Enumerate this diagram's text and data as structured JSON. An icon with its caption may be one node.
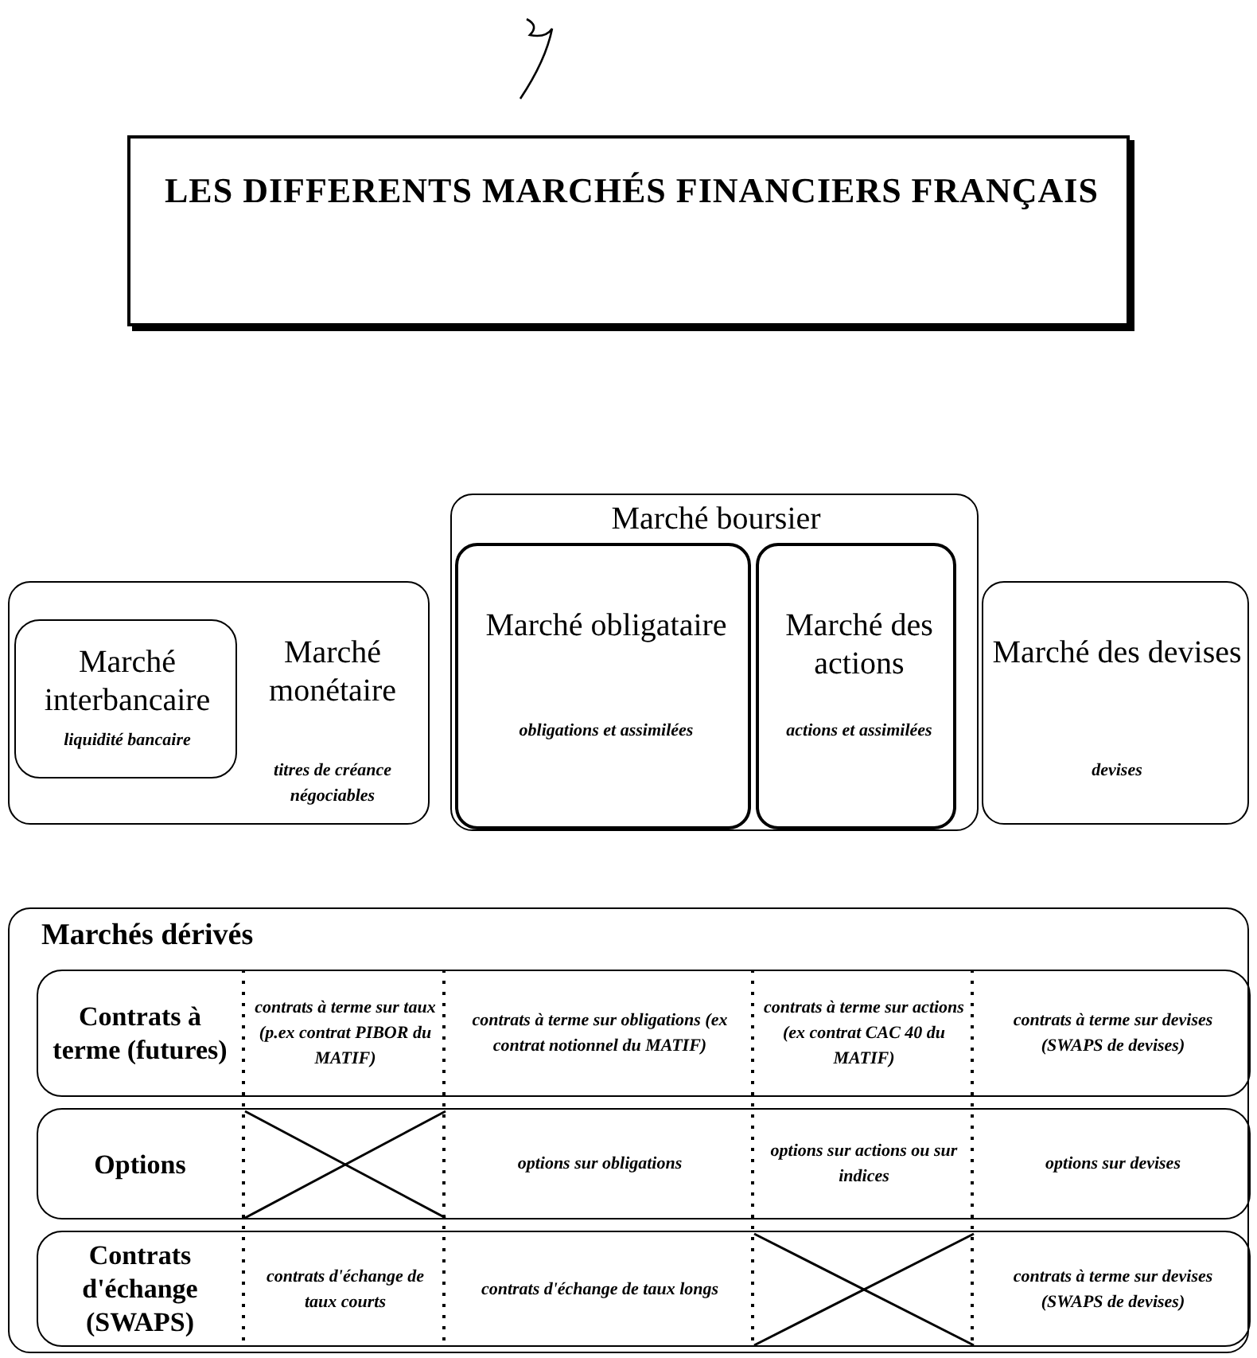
{
  "diagram": {
    "nodes": [
      {
        "text": [
          "LES DIFFERENTS MARCHÉS FINANCIERS FRANÇAIS"
        ]
      },
      {
        "text": [
          "Marché monétaire",
          "titres de créance négociables"
        ]
      },
      {
        "text": [
          "Marché interbancaire",
          "liquidité bancaire"
        ],
        "in": 1
      },
      {
        "text": [
          "Marché boursier"
        ]
      },
      {
        "text": [
          "Marché obligataire",
          "obligations et assimilées"
        ],
        "in": 3
      },
      {
        "text": [
          "Marché des actions",
          "actions et assimilées"
        ],
        "in": 3
      },
      {
        "text": [
          "Marché des devises",
          "devises"
        ]
      },
      {
        "text": [
          "Marchés dérivés"
        ]
      },
      {
        "text": [
          "Contrats à terme (futures)",
          "contrats à terme sur taux (p.ex contrat PIBOR du MATIF)",
          "contrats à terme sur obligations (ex contrat notionnel du MATIF)",
          "contrats à terme sur actions (ex contrat CAC 40 du MATIF)",
          "contrats à terme sur devises (SWAPS de devises)"
        ],
        "in": 7
      },
      {
        "text": [
          "Options",
          "options sur obligations",
          "options sur actions ou sur indices",
          "options sur devises"
        ],
        "in": 7
      },
      {
        "text": [
          "Contrats d'échange (SWAPS)",
          "contrats d'échange de taux courts",
          "contrats d'échange de taux longs",
          "contrats à terme sur devises (SWAPS de devises)"
        ],
        "in": 7
      }
    ]
  }
}
